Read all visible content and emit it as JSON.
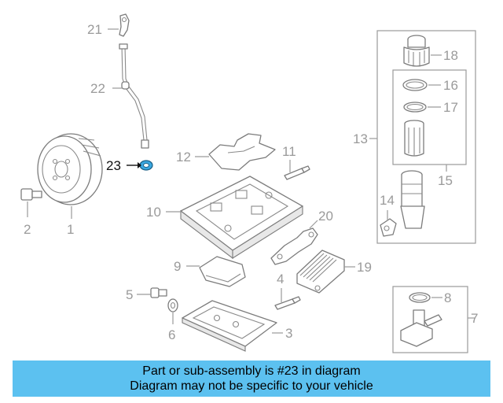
{
  "diagram": {
    "callouts": {
      "c1": "1",
      "c2": "2",
      "c3": "3",
      "c4": "4",
      "c5": "5",
      "c6": "6",
      "c7": "7",
      "c8": "8",
      "c9": "9",
      "c10": "10",
      "c11": "11",
      "c12": "12",
      "c13": "13",
      "c14": "14",
      "c15": "15",
      "c16": "16",
      "c17": "17",
      "c18": "18",
      "c19": "19",
      "c20": "20",
      "c21": "21",
      "c22": "22",
      "c23": "23"
    },
    "highlighted_part": "23",
    "highlight_color": "#3aa7e0"
  },
  "banner": {
    "line1": "Part or sub-assembly is #23 in diagram",
    "line2": "Diagram may not be specific to your vehicle",
    "background_color": "#5cc1f0"
  }
}
